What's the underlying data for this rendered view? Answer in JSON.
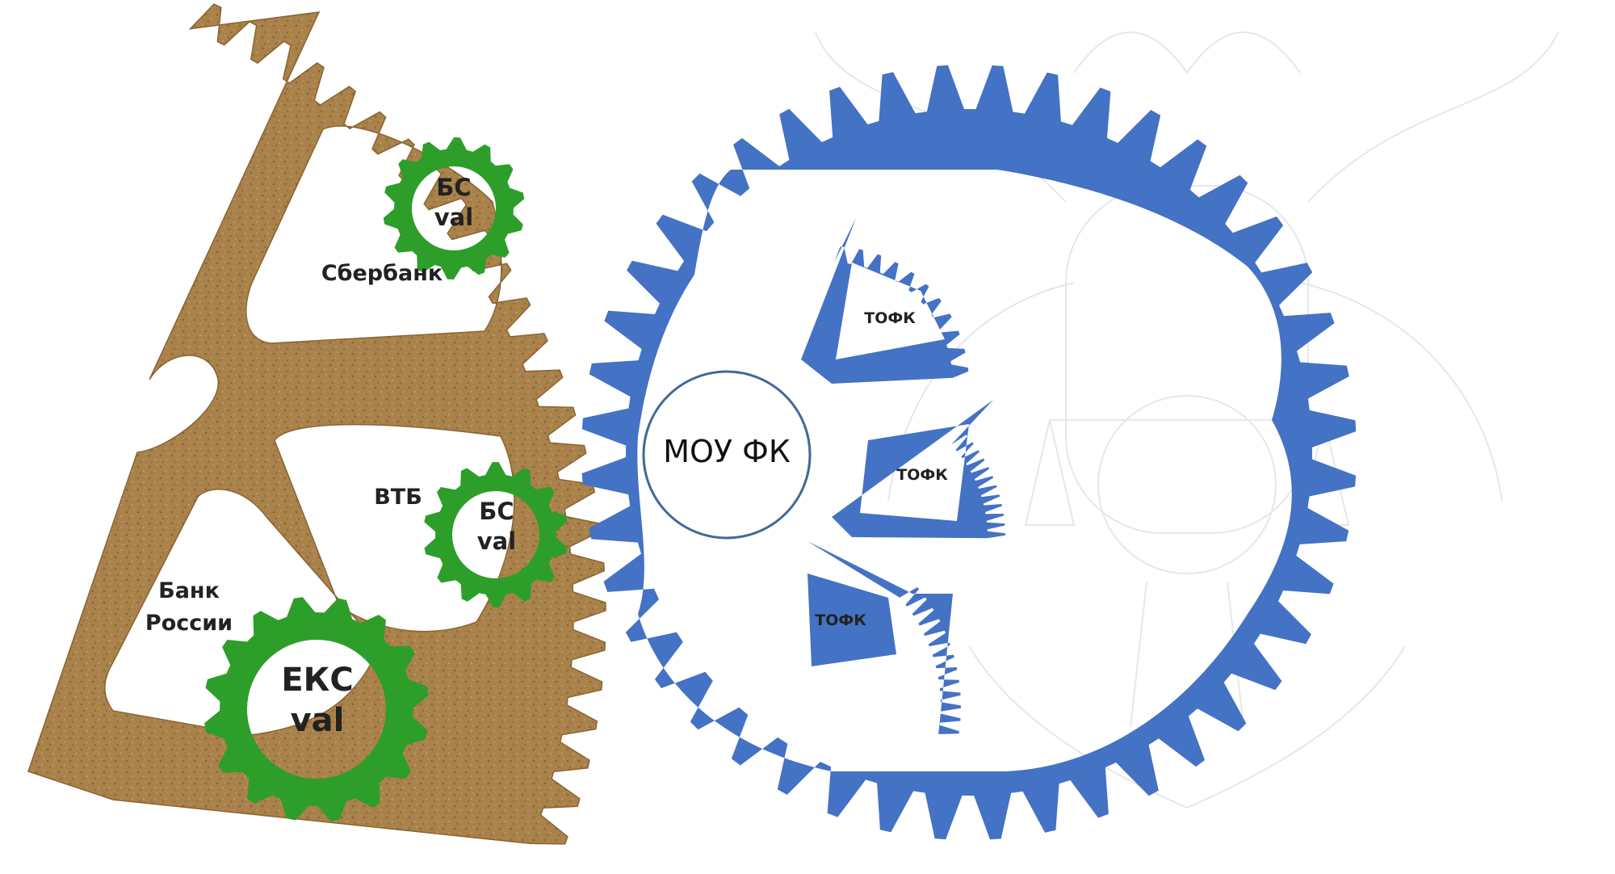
{
  "colors": {
    "wooden_gear": "#a9814a",
    "wooden_gear_dark": "#8a6432",
    "blue_gear": "#4472c4",
    "green_gear": "#2e9e2a",
    "circle_stroke": "#3f6a99",
    "emblem_line": "#e4e7ec"
  },
  "labels": {
    "sberbank": "Сбербанк",
    "vtb": "ВТБ",
    "bank_russia_line1": "Банк",
    "bank_russia_line2": "России",
    "bs_top_line1": "БС",
    "bs_top_line2": "val",
    "bs_mid_line1": "БС",
    "bs_mid_line2": "val",
    "eks_line1": "ЕКС",
    "eks_line2": "val",
    "mou_fk": "МОУ ФК",
    "tofk_1": "ТОФК",
    "tofk_2": "ТОФК",
    "tofk_3": "ТОФК"
  },
  "icons": {
    "background": "emblem-watermark-icon",
    "wooden_gear": "wooden-gear-icon",
    "blue_gear": "blue-gear-icon",
    "green_gear": "green-gear-icon"
  }
}
